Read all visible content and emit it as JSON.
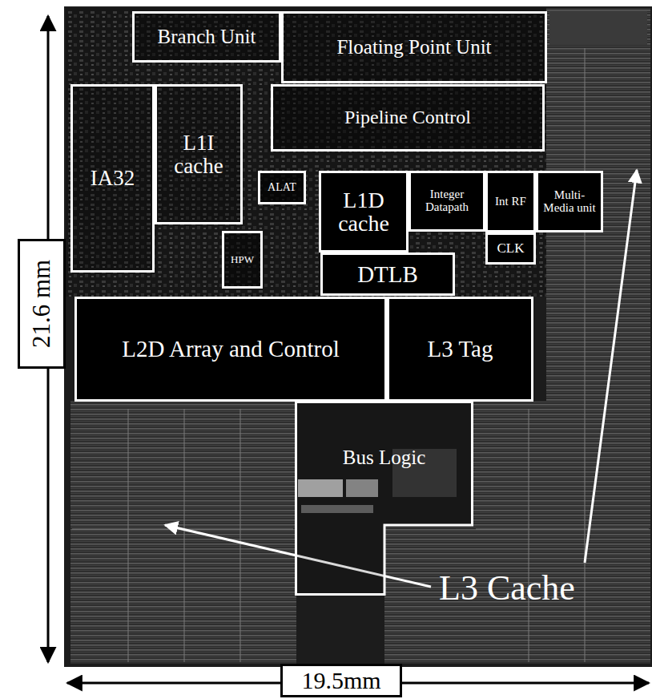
{
  "diagram": {
    "nodes": [
      {
        "text": [
          "Branch Unit"
        ]
      },
      {
        "text": [
          "Floating Point Unit"
        ]
      },
      {
        "text": [
          "IA32"
        ]
      },
      {
        "text": [
          "L1I cache"
        ]
      },
      {
        "text": [
          "Pipeline Control"
        ]
      },
      {
        "text": [
          "ALAT"
        ]
      },
      {
        "text": [
          "L1D cache"
        ]
      },
      {
        "text": [
          "Integer Datapath"
        ]
      },
      {
        "text": [
          "Int RF"
        ]
      },
      {
        "text": [
          "Multi-Media unit"
        ]
      },
      {
        "text": [
          "HPW"
        ]
      },
      {
        "text": [
          "CLK"
        ]
      },
      {
        "text": [
          "21.6 mm"
        ]
      },
      {
        "text": [
          "DTLB"
        ]
      },
      {
        "text": [
          "L2D Array and Control"
        ]
      },
      {
        "text": [
          "L3 Tag"
        ]
      },
      {
        "text": [
          "Bus Logic"
        ]
      },
      {
        "text": [
          "19.5mm"
        ]
      }
    ],
    "labels": [
      "L3 Cache"
    ]
  }
}
